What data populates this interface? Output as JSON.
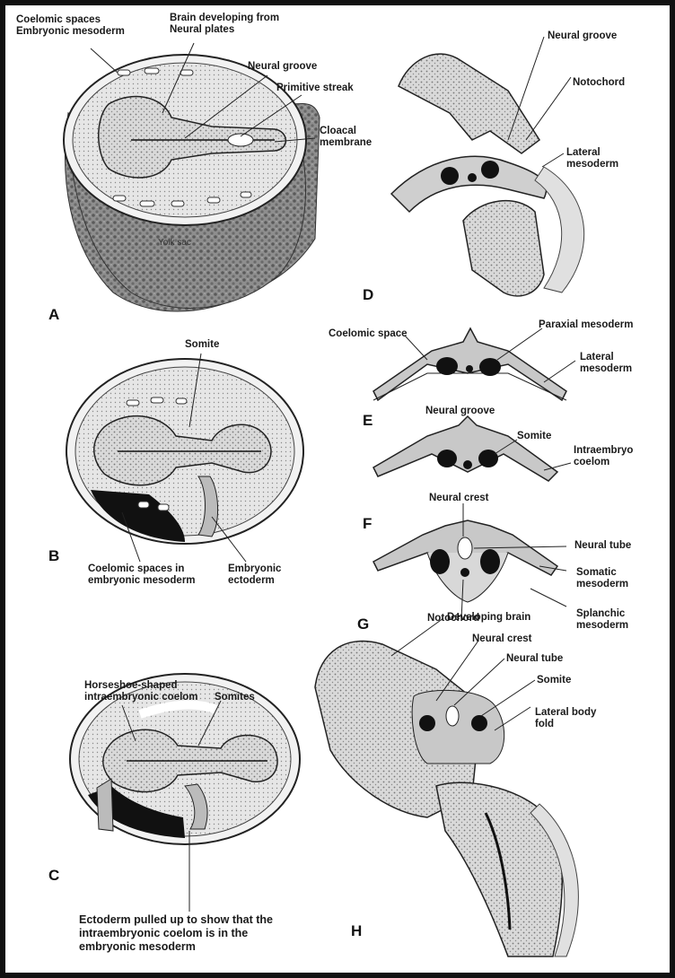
{
  "panels": {
    "a": {
      "letter": "A",
      "labels": {
        "coelomic": "Coelomic spaces\nEmbryonic mesoderm",
        "brain": "Brain developing from\nNeural plates",
        "groove": "Neural groove",
        "streak": "Primitive streak",
        "cloacal": "Cloacal\nmembrane",
        "yolk": "Yolk sac"
      }
    },
    "b": {
      "letter": "B",
      "labels": {
        "somite": "Somite",
        "coelomic": "Coelomic spaces in\nembryonic mesoderm",
        "ectoderm": "Embryonic\nectoderm"
      }
    },
    "c": {
      "letter": "C",
      "labels": {
        "horseshoe": "Horseshoe-shaped\nintraembryonic coelom",
        "somites": "Somites",
        "ectoderm_note": "Ectoderm pulled up to show that the\nintraembryonic coelom is in the\nembryonic mesoderm"
      }
    },
    "d": {
      "letter": "D",
      "labels": {
        "groove": "Neural groove",
        "notochord": "Notochord",
        "lateral": "Lateral\nmesoderm"
      }
    },
    "e": {
      "letter": "E",
      "labels": {
        "coelomic": "Coelomic space",
        "paraxial": "Paraxial mesoderm",
        "lateral": "Lateral\nmesoderm"
      }
    },
    "f": {
      "letter": "F",
      "labels": {
        "groove": "Neural groove",
        "somite": "Somite",
        "intra": "Intraembryo\ncoelom"
      }
    },
    "g": {
      "letter": "G",
      "labels": {
        "crest": "Neural crest",
        "tube": "Neural tube",
        "somatic": "Somatic\nmesoderm",
        "notochord": "Notochord",
        "splanchic": "Splanchic\nmesoderm"
      }
    },
    "h": {
      "letter": "H",
      "labels": {
        "brain": "Developing brain",
        "crest": "Neural crest",
        "tube": "Neural tube",
        "somite": "Somite",
        "fold": "Lateral body\nfold"
      }
    }
  },
  "colors": {
    "frame": "#111111",
    "ink": "#1a1a1a",
    "tissue_fill": "#bdbdbd",
    "dark_fill": "#111111",
    "yolk_fill": "#8a8a8a"
  }
}
